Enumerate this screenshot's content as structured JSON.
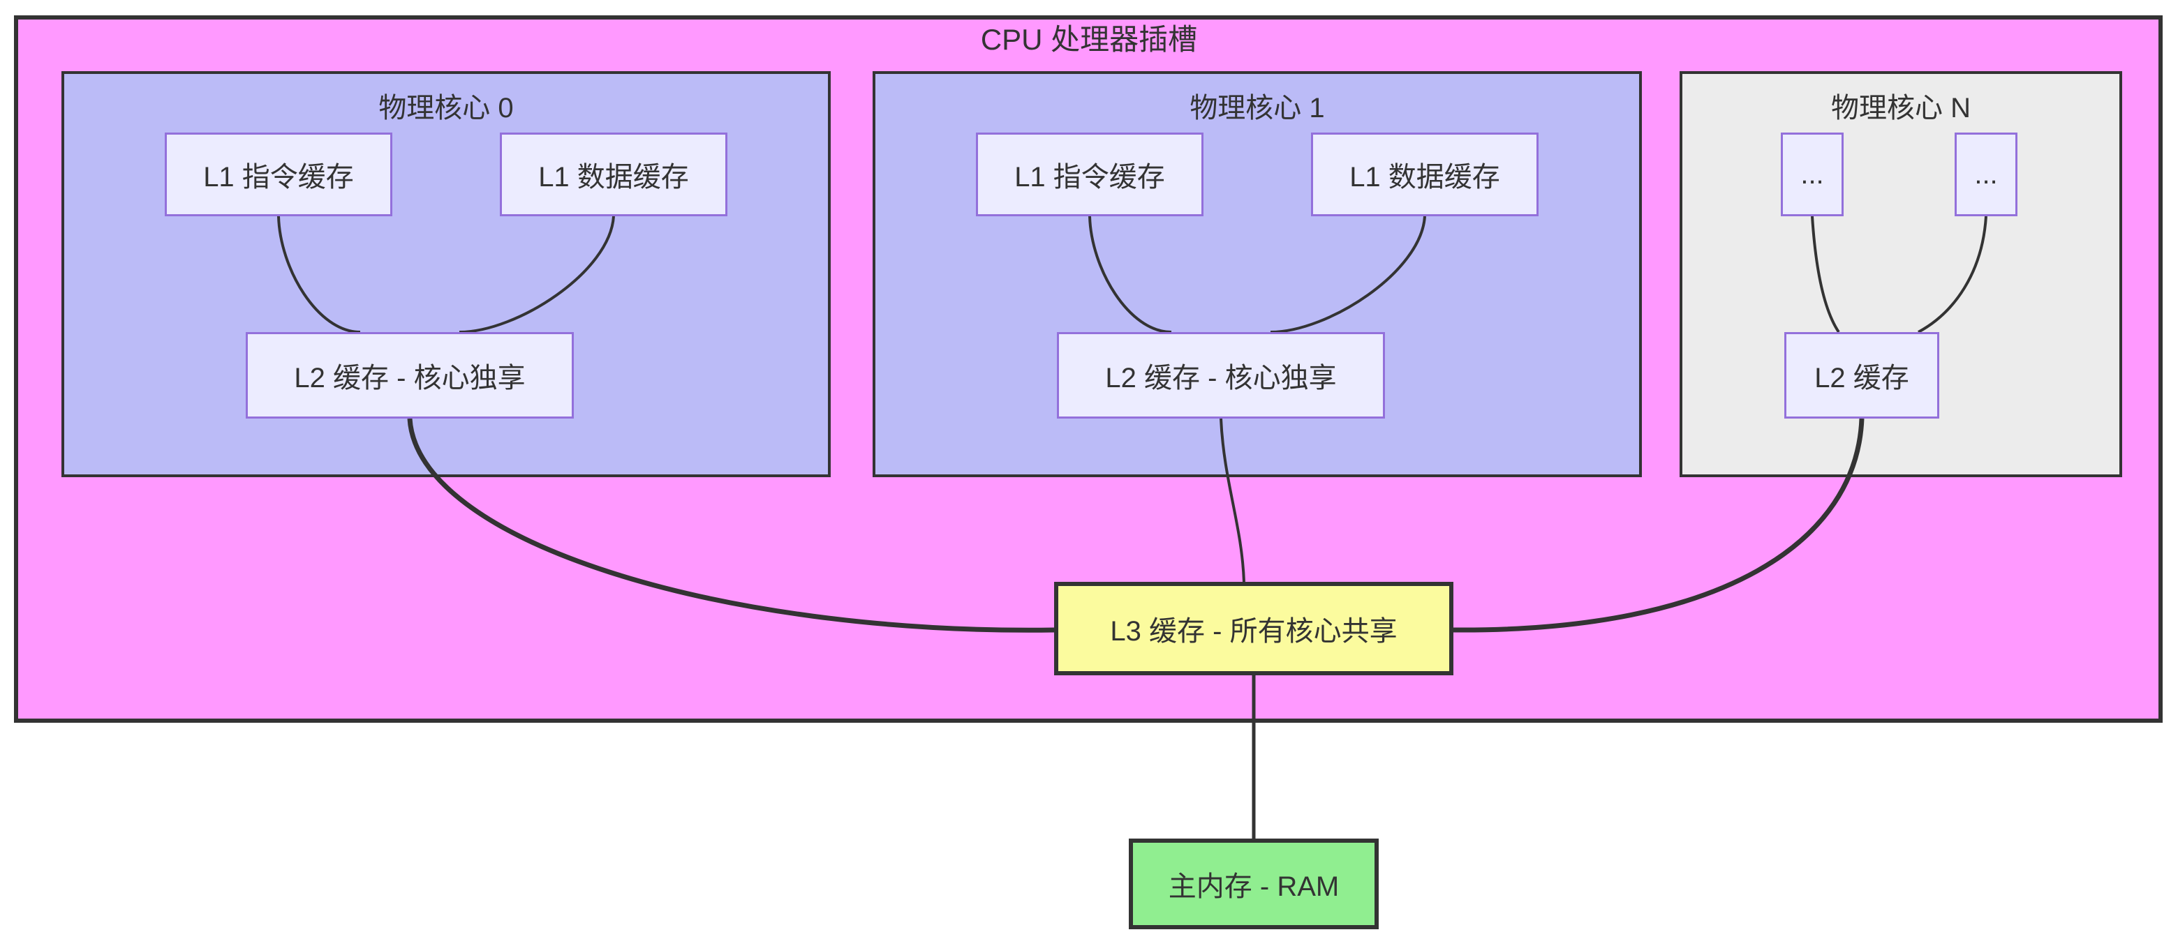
{
  "diagram": {
    "type": "flowchart",
    "socket": {
      "title": "CPU 处理器插槽"
    },
    "cores": [
      {
        "title": "物理核心 0",
        "l1_instruction": "L1 指令缓存",
        "l1_data": "L1 数据缓存",
        "l2": "L2 缓存 - 核心独享"
      },
      {
        "title": "物理核心 1",
        "l1_instruction": "L1 指令缓存",
        "l1_data": "L1 数据缓存",
        "l2": "L2 缓存 - 核心独享"
      },
      {
        "title": "物理核心 N",
        "l1_instruction": "...",
        "l1_data": "...",
        "l2": "L2 缓存"
      }
    ],
    "l3": {
      "label": "L3 缓存 - 所有核心共享"
    },
    "ram": {
      "label": "主内存 - RAM"
    },
    "edges": [
      "core0.l1_instruction - core0.l2",
      "core0.l1_data - core0.l2",
      "core1.l1_instruction - core1.l2",
      "core1.l1_data - core1.l2",
      "coreN.l1_instruction - coreN.l2",
      "coreN.l1_data - coreN.l2",
      "core0.l2 - l3",
      "core1.l2 - l3",
      "coreN.l2 - l3",
      "l3 - ram"
    ],
    "colors": {
      "socket_fill": "#FF99FF",
      "core_fill": "#BBBBF7",
      "core_n_fill": "#ECECEC",
      "cache_node_fill": "#ECECFF",
      "cache_node_border": "#9370DB",
      "l3_fill": "#FBFB9E",
      "ram_fill": "#90EE90",
      "line_and_border": "#333333",
      "page_background": "#FFFFFF"
    }
  }
}
